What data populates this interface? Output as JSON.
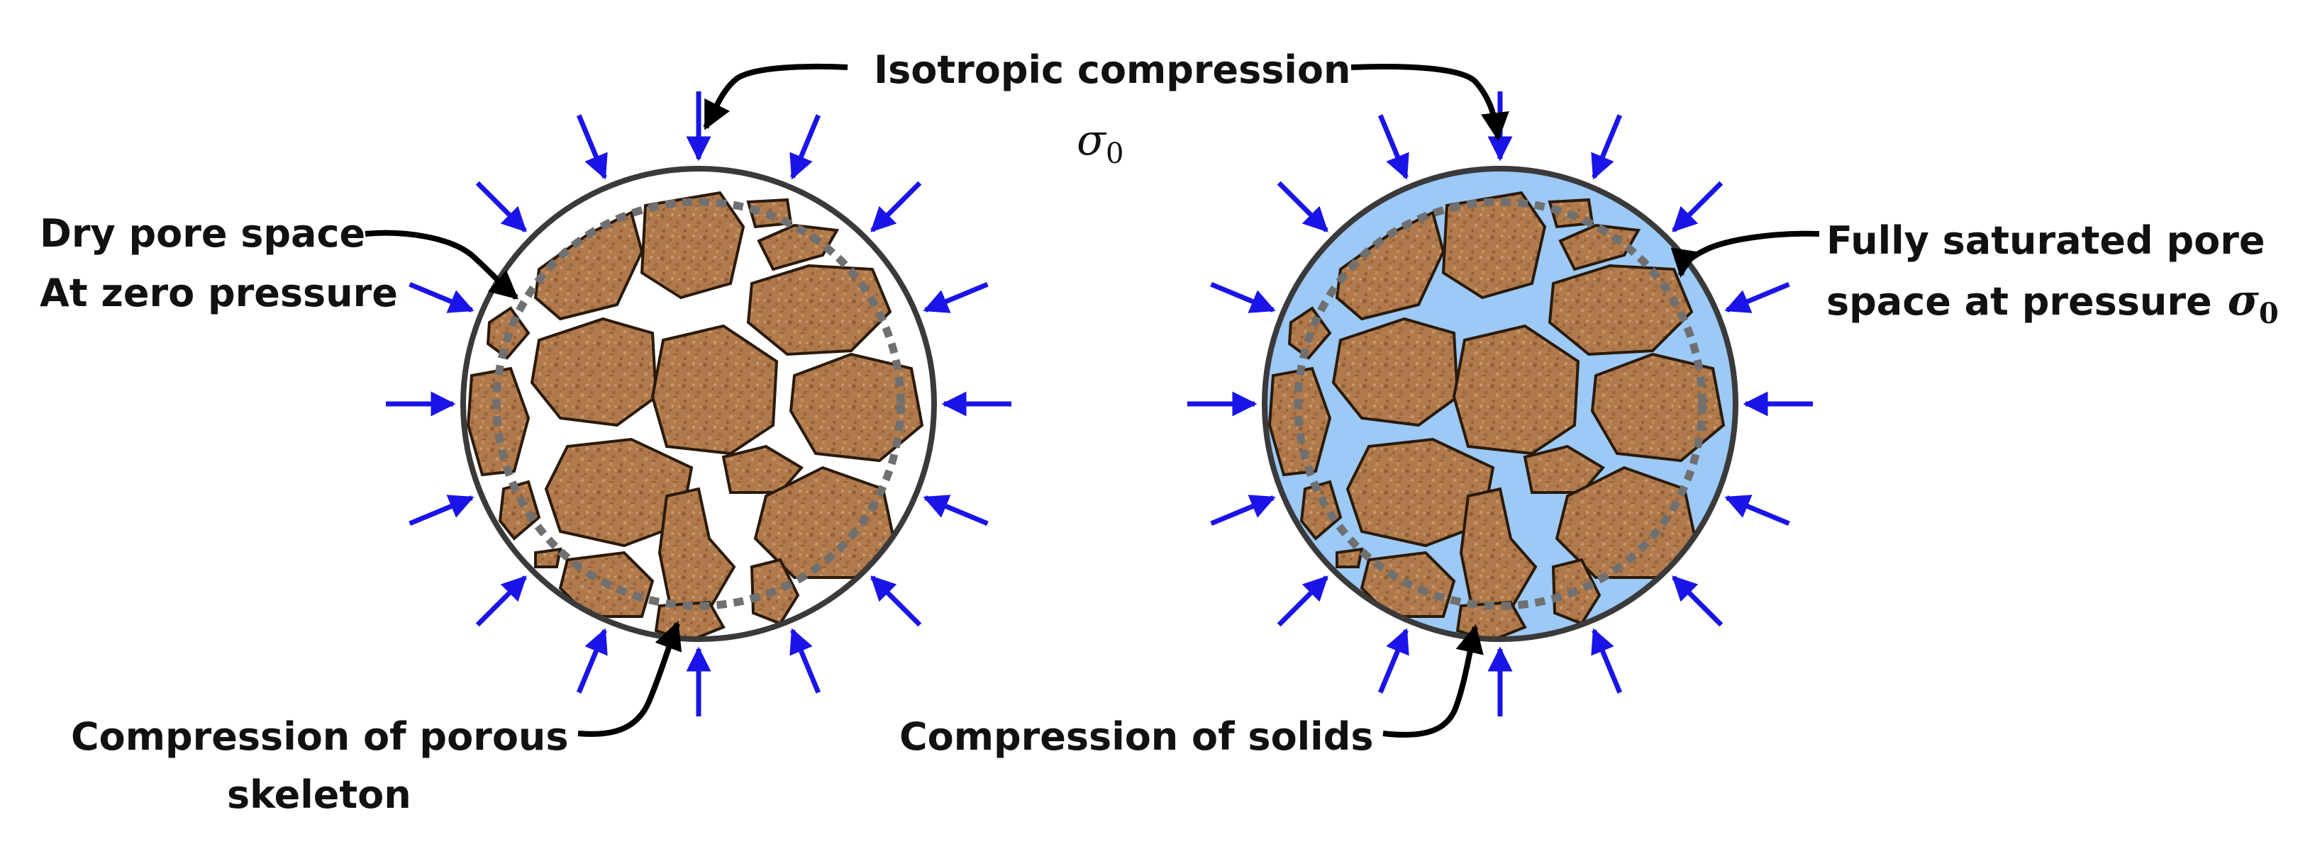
{
  "labels": {
    "isotropic_compression": "Isotropic compression",
    "sigma_symbol": "σ",
    "sigma_subscript": "0",
    "dry_pore_line1": "Dry pore space",
    "dry_pore_line2": "At zero pressure",
    "saturated_line1": "Fully saturated  pore",
    "saturated_line2": "space at pressure",
    "porous_line1": "Compression of porous",
    "porous_line2": "skeleton",
    "solids": "Compression of solids"
  },
  "colors": {
    "pressure_arrow": "#1a14e8",
    "pointer_arrow": "#000000",
    "circle_outline": "#3a3a3a",
    "dry_pore_fill": "#ffffff",
    "saturated_pore_fill": "#9cc9f5",
    "grain_fill": "#b07a4c",
    "grain_dark": "#7a4a25",
    "grain_light": "#d7a777",
    "dotted_boundary": "#707070"
  },
  "icons": {
    "pressure": "arrow-right-icon",
    "pointer": "curved-arrow-icon"
  }
}
